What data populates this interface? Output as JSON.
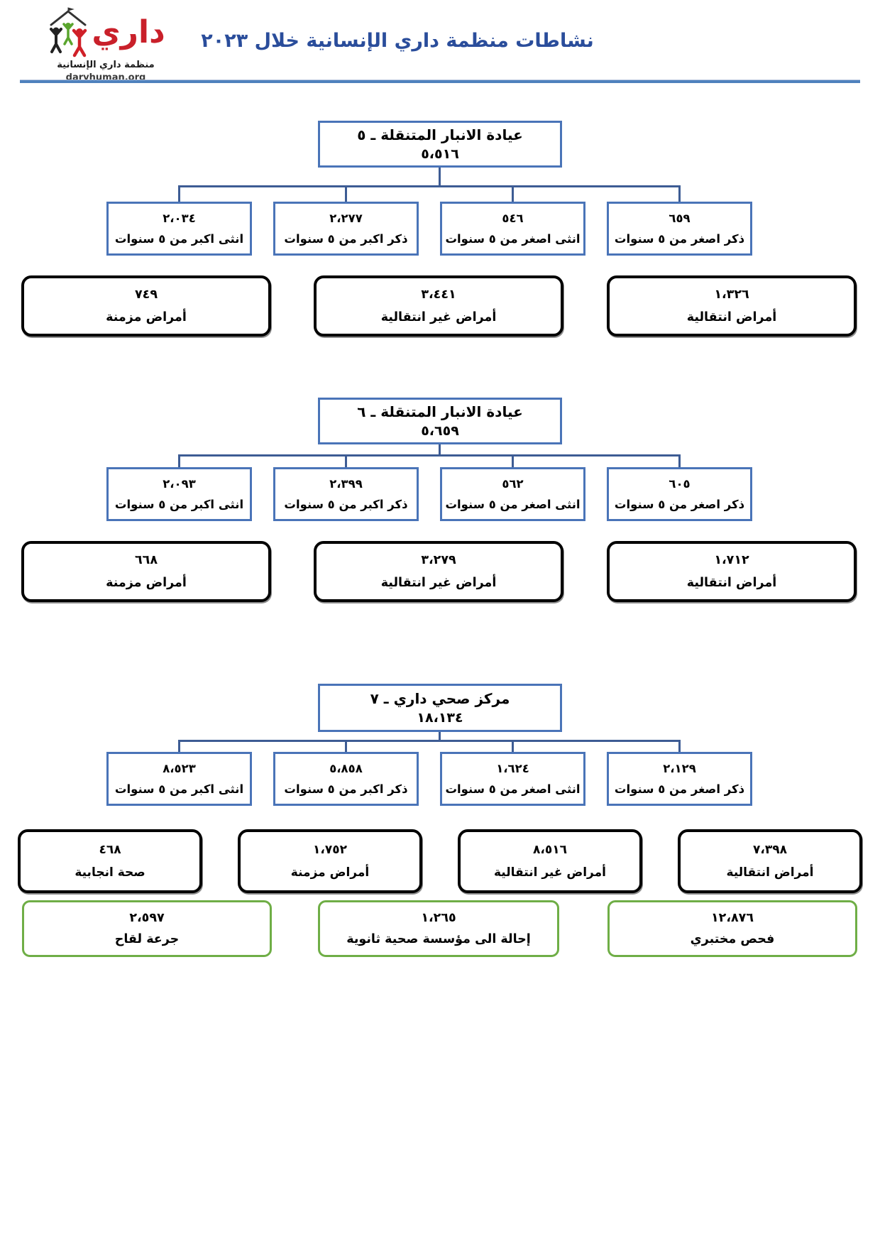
{
  "header": {
    "title": "نشاطات منظمة داري الإنسانية خلال ٢٠٢٣",
    "logo": {
      "brand": "داري",
      "org_name": "منظمة داري الإنسانية",
      "website": "daryhuman.org",
      "red": "#c9202a",
      "green": "#5aa52e",
      "black": "#222222"
    }
  },
  "colors": {
    "title_blue": "#2a4d9b",
    "box_border_blue": "#4a74b8",
    "connector_blue": "#3d5c94",
    "divider_blue": "#4f81bd",
    "category_black": "#000000",
    "service_green": "#6fae46"
  },
  "trees": [
    {
      "id": "mobile-clinic-5",
      "root": {
        "title": "عيادة الانبار المتنقلة ـ ٥",
        "value": "٥،٥١٦"
      },
      "children": [
        {
          "value": "٦٥٩",
          "label": "ذكر اصغر من ٥ سنوات"
        },
        {
          "value": "٥٤٦",
          "label": "انثى اصغر من ٥ سنوات"
        },
        {
          "value": "٢،٢٧٧",
          "label": "ذكر اكبر من ٥ سنوات"
        },
        {
          "value": "٢،٠٣٤",
          "label": "انثى اكبر من ٥ سنوات"
        }
      ],
      "categories": [
        {
          "value": "١،٣٢٦",
          "label": "أمراض انتقالية"
        },
        {
          "value": "٣،٤٤١",
          "label": "أمراض غير انتقالية"
        },
        {
          "value": "٧٤٩",
          "label": "أمراض مزمنة"
        }
      ]
    },
    {
      "id": "mobile-clinic-6",
      "root": {
        "title": "عيادة الانبار المتنقلة ـ ٦",
        "value": "٥،٦٥٩"
      },
      "children": [
        {
          "value": "٦٠٥",
          "label": "ذكر اصغر من ٥ سنوات"
        },
        {
          "value": "٥٦٢",
          "label": "انثى اصغر من ٥ سنوات"
        },
        {
          "value": "٢،٣٩٩",
          "label": "ذكر اكبر من ٥ سنوات"
        },
        {
          "value": "٢،٠٩٣",
          "label": "انثى اكبر من ٥ سنوات"
        }
      ],
      "categories": [
        {
          "value": "١،٧١٢",
          "label": "أمراض انتقالية"
        },
        {
          "value": "٣،٢٧٩",
          "label": "أمراض غير انتقالية"
        },
        {
          "value": "٦٦٨",
          "label": "أمراض مزمنة"
        }
      ]
    },
    {
      "id": "dary-health-center-7",
      "root": {
        "title": "مركز صحي داري ـ ٧",
        "value": "١٨،١٣٤"
      },
      "children": [
        {
          "value": "٢،١٢٩",
          "label": "ذكر اصغر من ٥ سنوات"
        },
        {
          "value": "١،٦٢٤",
          "label": "انثى اصغر من ٥ سنوات"
        },
        {
          "value": "٥،٨٥٨",
          "label": "ذكر اكبر من ٥ سنوات"
        },
        {
          "value": "٨،٥٢٣",
          "label": "انثى اكبر من ٥ سنوات"
        }
      ],
      "categories": [
        {
          "value": "٧،٣٩٨",
          "label": "أمراض انتقالية"
        },
        {
          "value": "٨،٥١٦",
          "label": "أمراض غير انتقالية"
        },
        {
          "value": "١،٧٥٢",
          "label": "أمراض مزمنة"
        },
        {
          "value": "٤٦٨",
          "label": "صحة انجابية"
        }
      ],
      "services": [
        {
          "value": "١٢،٨٧٦",
          "label": "فحص مختبري"
        },
        {
          "value": "١،٢٦٥",
          "label": "إحالة الى مؤسسة صحية ثانوية"
        },
        {
          "value": "٢،٥٩٧",
          "label": "جرعة لقاح"
        }
      ]
    }
  ]
}
